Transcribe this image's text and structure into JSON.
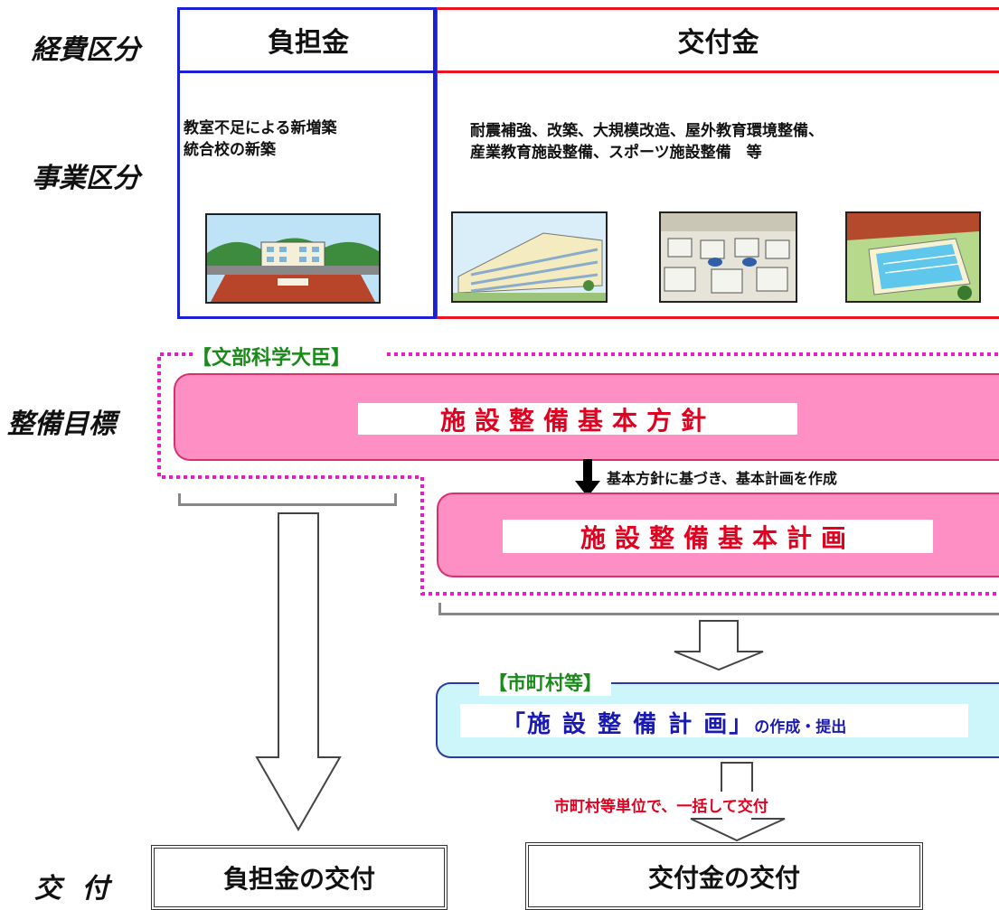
{
  "labels": {
    "keihi_kubun": "経費区分",
    "jigyo_kubun": "事業区分",
    "seibi_mokuhyo": "整備目標",
    "kofu": "交 付"
  },
  "columns": {
    "futankin": {
      "title": "負担金",
      "description_lines": [
        "教室不足による新増築",
        "統合校の新築"
      ]
    },
    "kofukin": {
      "title": "交付金",
      "description_lines": [
        "耐震補強、改築、大規模改造、屋外教育環境整備、",
        "産業教育施設整備、スポーツ施設整備　等"
      ]
    }
  },
  "minister": {
    "label": "【文部科学大臣】",
    "basic_policy": "施設整備基本方針",
    "arrow_note": "基本方針に基づき、基本計画を作成",
    "basic_plan": "施設整備基本計画"
  },
  "municipality": {
    "label": "【市町村等】",
    "plan_name": "「施 設 整 備 計 画」",
    "plan_suffix": "の作成・提出",
    "bulk_note": "市町村等単位で、一括して交付"
  },
  "outcomes": {
    "futankin_kofu": "負担金の交付",
    "kofukin_kofu": "交付金の交付"
  },
  "colors": {
    "blue_frame": "#1a22d0",
    "red_frame": "#e8141e",
    "pink_fill": "#fd8fc4",
    "pink_dotted": "#e81cc8",
    "green_label": "#1a8a1a",
    "red_text": "#e00020",
    "cyan_fill": "#cdf6fb",
    "navy_text": "#1a1ab0"
  }
}
